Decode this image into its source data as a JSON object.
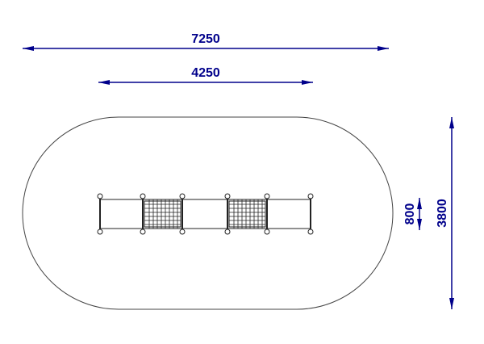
{
  "dimensions": {
    "overall_length": "7250",
    "equipment_length": "4250",
    "overall_width": "3800",
    "equipment_width": "800"
  },
  "colors": {
    "dimension": "#00008b",
    "drawing": "#333333"
  }
}
